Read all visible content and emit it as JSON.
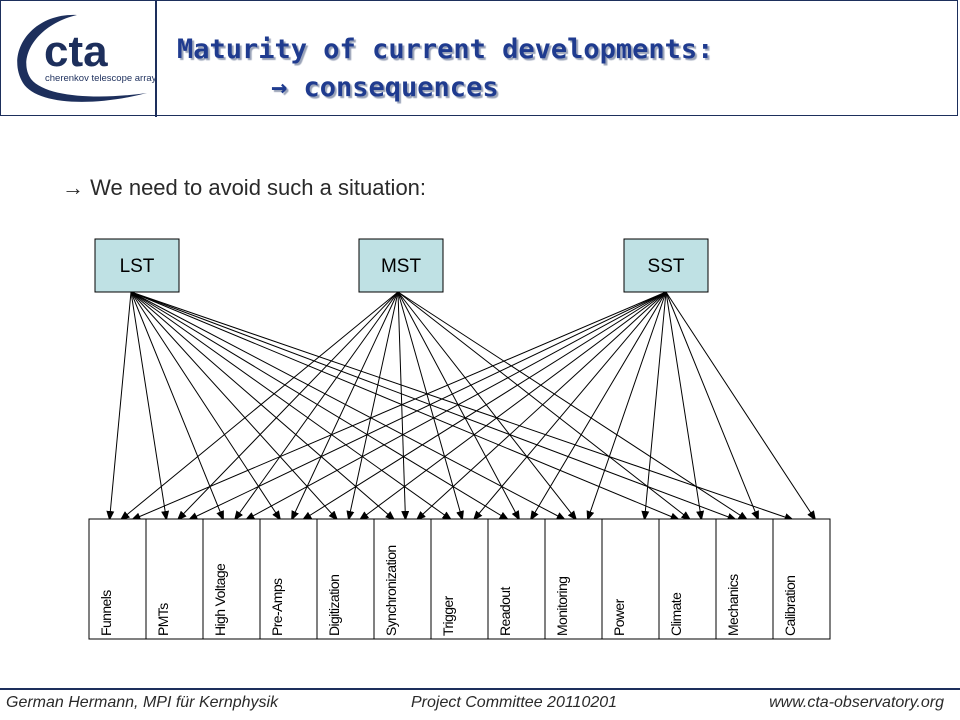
{
  "logo": {
    "text": "cta",
    "tagline": "cherenkov telescope array"
  },
  "header": {
    "title_line1": "Maturity of current developments:",
    "title_line2": "→ consequences"
  },
  "subtitle": "→ We need to avoid such a situation:",
  "diagram": {
    "telescopes": [
      "LST",
      "MST",
      "SST"
    ],
    "subsystems": [
      "Funnels",
      "PMTs",
      "High Voltage",
      "Pre-Amps",
      "Digitization",
      "Synchronization",
      "Trigger",
      "Readout",
      "Monitoring",
      "Power",
      "Climate",
      "Mechanics",
      "Calibration"
    ],
    "colors": {
      "telescope_fill": "#bfe1e4",
      "line": "#000000"
    }
  },
  "footer": {
    "author": "German Hermann, MPI für Kernphysik",
    "meeting": "Project Committee 20110201",
    "website": "www.cta-observatory.org"
  }
}
